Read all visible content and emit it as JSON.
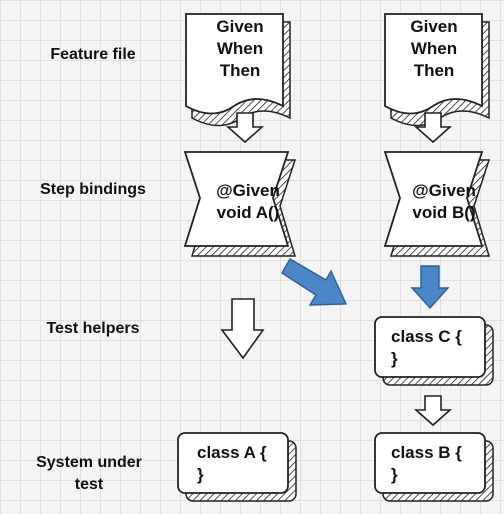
{
  "row_labels": {
    "feature": "Feature file",
    "steps": "Step bindings",
    "helpers": "Test helpers",
    "sut_line1": "System under",
    "sut_line2": "test"
  },
  "feature_files": [
    {
      "line1": "Given",
      "line2": "When",
      "line3": "Then"
    },
    {
      "line1": "Given",
      "line2": "When",
      "line3": "Then"
    }
  ],
  "step_bindings": [
    {
      "line1": "@Given",
      "line2": "void A()"
    },
    {
      "line1": "@Given",
      "line2": "void B()"
    }
  ],
  "helper_class": {
    "line1": "class C {",
    "line2": "}"
  },
  "sut_classes": [
    {
      "line1": "class A {",
      "line2": "}"
    },
    {
      "line1": "class B {",
      "line2": "}"
    }
  ],
  "colors": {
    "blue_arrow": "#4a86c8",
    "outline": "#222222",
    "fill": "#ffffff"
  }
}
